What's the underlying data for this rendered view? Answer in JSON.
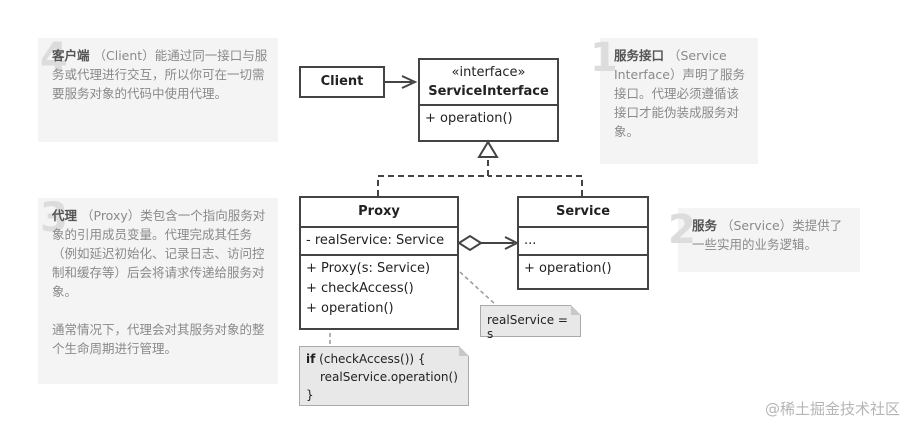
{
  "notes": {
    "n4": {
      "num": "4",
      "title": "客户端",
      "text": "（Client）能通过同一接口与服务或代理进行交互，所以你可在一切需要服务对象的代码中使用代理。"
    },
    "n1": {
      "num": "1",
      "title": "服务接口",
      "text": "（Service Interface）声明了服务接口。代理必须遵循该接口才能伪装成服务对象。"
    },
    "n3": {
      "num": "3",
      "title": "代理",
      "text": "（Proxy）类包含一个指向服务对象的引用成员变量。代理完成其任务（例如延迟初始化、记录日志、访问控制和缓存等）后会将请求传递给服务对象。",
      "text2": "通常情况下，代理会对其服务对象的整个生命周期进行管理。"
    },
    "n2": {
      "num": "2",
      "title": "服务",
      "text": "（Service）类提供了一些实用的业务逻辑。"
    }
  },
  "client": {
    "label": "Client"
  },
  "interface": {
    "stereotype": "«interface»",
    "name": "ServiceInterface",
    "method": "+ operation()"
  },
  "proxy": {
    "name": "Proxy",
    "field": "- realService: Service",
    "methods": [
      "+ Proxy(s: Service)",
      "+ checkAccess()",
      "+ operation()"
    ]
  },
  "service": {
    "name": "Service",
    "field": "...",
    "method": "+ operation()"
  },
  "note_ref": {
    "text": "realService = s"
  },
  "note_code": {
    "kw": "if",
    "line1": " (checkAccess()) {",
    "line2": "realService.operation()",
    "line3": "}"
  },
  "watermark": "@稀土掘金技术社区"
}
